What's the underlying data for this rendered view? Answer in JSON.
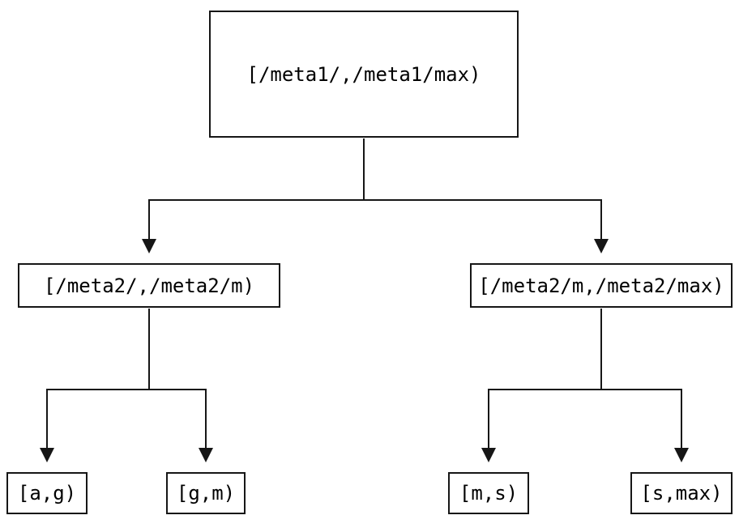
{
  "colors": {
    "background": "#ffffff",
    "line": "#161616",
    "text": "#000000"
  },
  "tree": {
    "root": {
      "label": "[/meta1/,/meta1/max)"
    },
    "children": [
      {
        "label": "[/meta2/,/meta2/m)",
        "children": [
          {
            "label": "[a,g)"
          },
          {
            "label": "[g,m)"
          }
        ]
      },
      {
        "label": "[/meta2/m,/meta2/max)",
        "children": [
          {
            "label": "[m,s)"
          },
          {
            "label": "[s,max)"
          }
        ]
      }
    ]
  }
}
